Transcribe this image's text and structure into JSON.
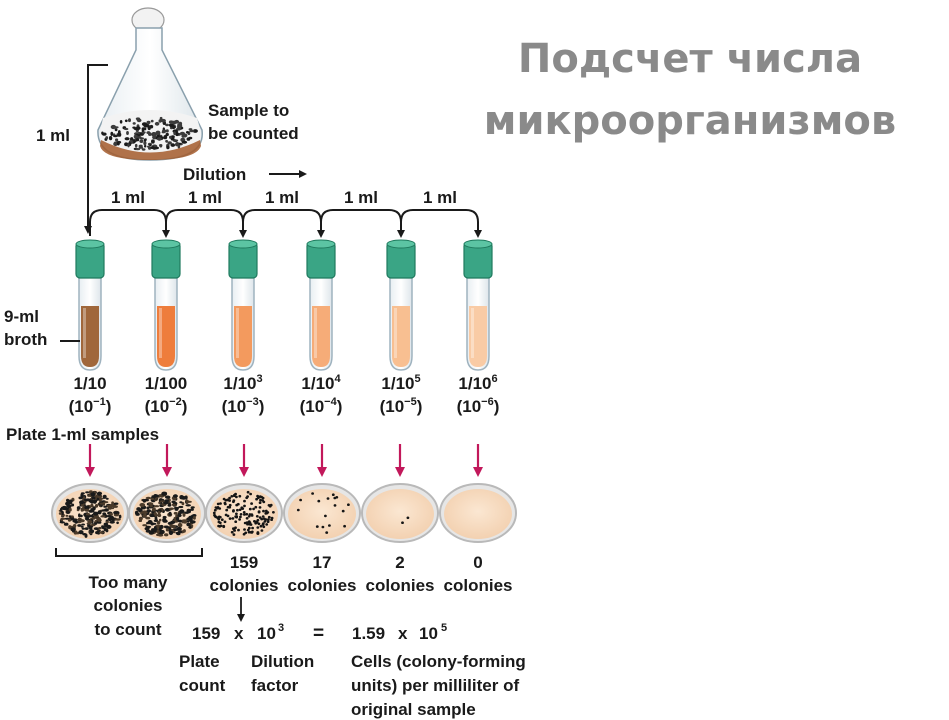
{
  "title": {
    "line1": "Подсчет числа",
    "line2": "микроорганизмов"
  },
  "flask": {
    "label_line1": "Sample to",
    "label_line2": "be counted",
    "transfer_label": "1 ml"
  },
  "dilution_label": "Dilution",
  "broth_label_line1": "9-ml",
  "broth_label_line2": "broth",
  "transfer_labels": [
    "1 ml",
    "1 ml",
    "1 ml",
    "1 ml",
    "1 ml"
  ],
  "tubes": [
    {
      "fraction_base": "1/10",
      "fraction_exp": "",
      "sci_base": "(10",
      "sci_exp": "−1",
      "color": "#a0673b"
    },
    {
      "fraction_base": "1/100",
      "fraction_exp": "",
      "sci_base": "(10",
      "sci_exp": "−2",
      "color": "#ee7d3c"
    },
    {
      "fraction_base": "1/10",
      "fraction_exp": "3",
      "sci_base": "(10",
      "sci_exp": "−3",
      "color": "#f39a5e"
    },
    {
      "fraction_base": "1/10",
      "fraction_exp": "4",
      "sci_base": "(10",
      "sci_exp": "−4",
      "color": "#f6ac78"
    },
    {
      "fraction_base": "1/10",
      "fraction_exp": "5",
      "sci_base": "(10",
      "sci_exp": "−5",
      "color": "#f8bf91"
    },
    {
      "fraction_base": "1/10",
      "fraction_exp": "6",
      "sci_base": "(10",
      "sci_exp": "−6",
      "color": "#f9cba5"
    }
  ],
  "plate_label": "Plate 1-ml samples",
  "plates": [
    {
      "count": "",
      "unit": "",
      "density": "dense"
    },
    {
      "count": "",
      "unit": "",
      "density": "dense"
    },
    {
      "count": "159",
      "unit": "colonies",
      "density": "159"
    },
    {
      "count": "17",
      "unit": "colonies",
      "density": "17"
    },
    {
      "count": "2",
      "unit": "colonies",
      "density": "2"
    },
    {
      "count": "0",
      "unit": "colonies",
      "density": "0"
    }
  ],
  "too_many": [
    "Too many",
    "colonies",
    "to count"
  ],
  "equation": {
    "count": "159",
    "times": "x",
    "factor_base": "10",
    "factor_exp": "3",
    "equals": "=",
    "result_base": "1.59",
    "result_times": "x",
    "result_pow": "10",
    "result_exp": "5"
  },
  "captions": {
    "plate_count": [
      "Plate",
      "count"
    ],
    "dilution_factor": [
      "Dilution",
      "factor"
    ],
    "cells": [
      "Cells (colony-forming",
      "units) per milliliter of",
      "original sample"
    ]
  },
  "colors": {
    "cap": "#3aa585",
    "cap_dark": "#1f7a5e",
    "arrow_magenta": "#c2185b",
    "plate_rim": "#b9b9b9",
    "agar": "#f7dcc0"
  }
}
